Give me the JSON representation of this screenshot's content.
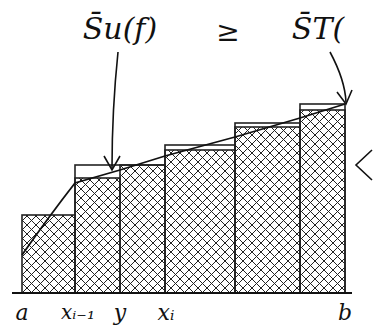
{
  "diagram": {
    "labels": [
      "S̄u(f)",
      "≥",
      "S̄T(",
      "a",
      "xᵢ₋₁",
      "y",
      "xᵢ",
      "b"
    ]
  }
}
